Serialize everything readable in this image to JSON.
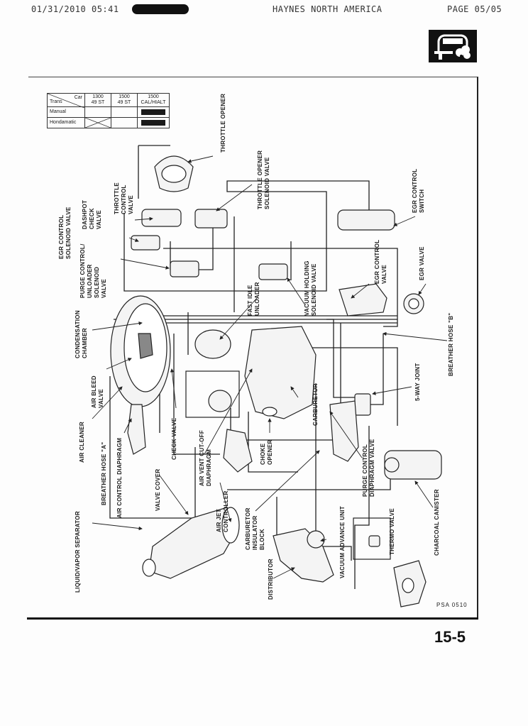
{
  "fax_header": {
    "datetime": "01/31/2010  05:41",
    "sender": "HAYNES NORTH AMERICA",
    "page": "PAGE  05/05"
  },
  "section_icon": "car-emissions-icon",
  "applicability_table": {
    "corner_top": "Car",
    "corner_bottom": "Trans",
    "columns": [
      "1300\n49 ST",
      "1500\n49 ST",
      "1500\nCAL/HIALT"
    ],
    "rows": [
      {
        "label": "Manual",
        "cells": [
          "",
          "",
          "filled"
        ]
      },
      {
        "label": "Hondamatic",
        "cells": [
          "crossed",
          "",
          "filled"
        ]
      }
    ]
  },
  "labels": {
    "throttle_opener": "THROTTLE OPENER",
    "throttle_opener_solenoid": "THROTTLE OPENER\nSOLENOID VALVE",
    "egr_control_switch": "EGR CONTROL\nSWITCH",
    "throttle_control_valve": "THROTTLE\nCONTROL\nVALVE",
    "dashpot_check_valve": "DASHPOT\nCHECK\nVALVE",
    "egr_control_solenoid": "EGR CONTROL\nSOLENOID VALVE",
    "purge_control_unloader": "PURGE CONTROL/\nUNLOADER\nSOLENOID\nVALVE",
    "vacuum_holding_solenoid": "VACUUM HOLDING\nSOLENOID VALVE",
    "fast_idle_unloader": "FAST IDLE\nUNLOADER",
    "egr_control_valve": "EGR CONTROL\nVALVE",
    "egr_valve": "EGR VALVE",
    "condensation_chamber": "CONDENSATION\nCHAMBER",
    "air_bleed_valve": "AIR BLEED\nVALVE",
    "air_cleaner": "AIR CLEANER",
    "breather_hose_a": "BREATHER HOSE \"A\"",
    "air_control_diaphragm": "AIR CONTROL DIAPHRAGM",
    "check_valve": "CHECK VALVE",
    "air_vent_cutoff": "AIR VENT CUT-OFF\nDIAPHRAGM",
    "choke_opener": "CHOKE\nOPENER",
    "carburetor": "CARBURETOR",
    "breather_hose_b": "BREATHER HOSE \"B\"",
    "five_way_joint": "5-WAY JOINT",
    "purge_control_diaphragm": "PURGE CONTROL\nDIAPHRAGM VALVE",
    "charcoal_canister": "CHARCOAL CANISTER",
    "valve_cover": "VALVE COVER",
    "air_jet_controller": "AIR JET\nCONTROLLER",
    "carburetor_insulator": "CARBURETOR\nINSULATOR\nBLOCK",
    "vacuum_advance": "VACUUM ADVANCE UNIT",
    "thermo_valve": "THERMO VALVE",
    "liquid_vapor_separator": "LIQUID/VAPOR SEPARATOR",
    "distributor": "DISTRIBUTOR"
  },
  "figure_code": "PSA 0510",
  "page_number": "15-5"
}
